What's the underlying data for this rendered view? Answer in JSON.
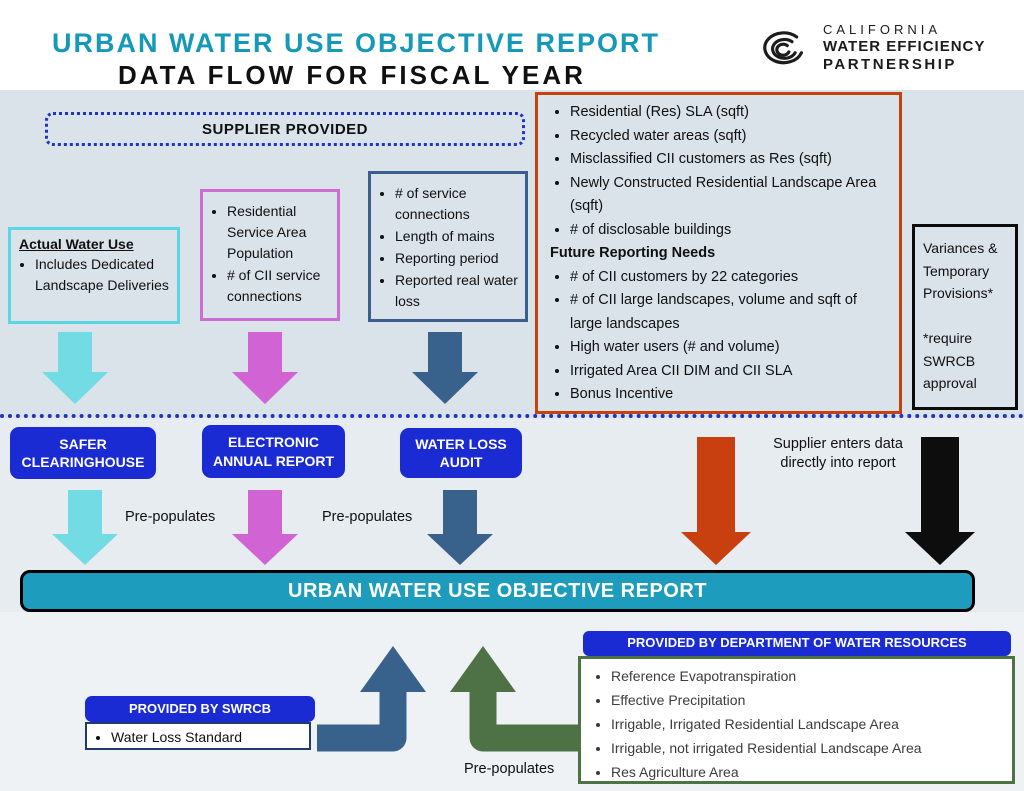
{
  "header": {
    "title1": "URBAN WATER USE OBJECTIVE REPORT",
    "title2": "DATA FLOW FOR FISCAL YEAR",
    "logo": {
      "line1": "CALIFORNIA",
      "line2": "WATER EFFICIENCY",
      "line3": "PARTNERSHIP"
    }
  },
  "supplier_provided": "SUPPLIER PROVIDED",
  "awu": {
    "title": "Actual Water Use",
    "items": [
      "Includes Dedicated Landscape Deliveries"
    ]
  },
  "res": {
    "items": [
      "Residential Service Area Population",
      "# of CII service connections"
    ]
  },
  "svc": {
    "items": [
      "# of service connections",
      "Length of mains",
      "Reporting period",
      "Reported real water loss"
    ]
  },
  "lsc": {
    "items": [
      "Residential (Res) SLA (sqft)",
      "Recycled water areas (sqft)",
      "Misclassified CII customers as Res (sqft)",
      "Newly Constructed Residential Landscape Area (sqft)",
      "# of disclosable buildings"
    ],
    "subheading": "Future Reporting Needs",
    "future": [
      "# of CII customers by 22 categories",
      "# of CII large landscapes, volume and sqft of large landscapes",
      "High water users (# and volume)",
      "Irrigated Area CII DIM and CII SLA",
      "Bonus Incentive"
    ]
  },
  "variances": {
    "line1": "Variances & Temporary Provisions*",
    "line2": "*require SWRCB approval"
  },
  "pills": {
    "safer": "SAFER CLEARINGHOUSE",
    "ear": "ELECTRONIC ANNUAL REPORT",
    "wla": "WATER LOSS AUDIT",
    "swrcb": "PROVIDED BY SWRCB",
    "dwr": "PROVIDED BY DEPARTMENT OF WATER RESOURCES"
  },
  "labels": {
    "supplier_direct": "Supplier enters data directly into report",
    "pre_populates": "Pre-populates"
  },
  "report_bar": "URBAN WATER USE OBJECTIVE REPORT",
  "swrcb": {
    "items": [
      "Water Loss Standard"
    ]
  },
  "dwr": {
    "items": [
      "Reference Evapotranspiration",
      "Effective Precipitation",
      "Irrigable, Irrigated Residential Landscape Area",
      "Irrigable, not irrigated Residential Landscape Area",
      "Res Agriculture Area"
    ]
  },
  "colors": {
    "title_teal": "#1599b8",
    "report_bar_teal": "#1e9cbd",
    "royal_blue": "#1a2bd3",
    "dotted_blue": "#1d33c9",
    "cyan_arrow": "#72dbe4",
    "magenta_arrow": "#d163d5",
    "steel_blue_arrow": "#38618c",
    "orange_arrow": "#c8400f",
    "black_arrow": "#0d0d0d",
    "green_arrow": "#4e7245"
  }
}
